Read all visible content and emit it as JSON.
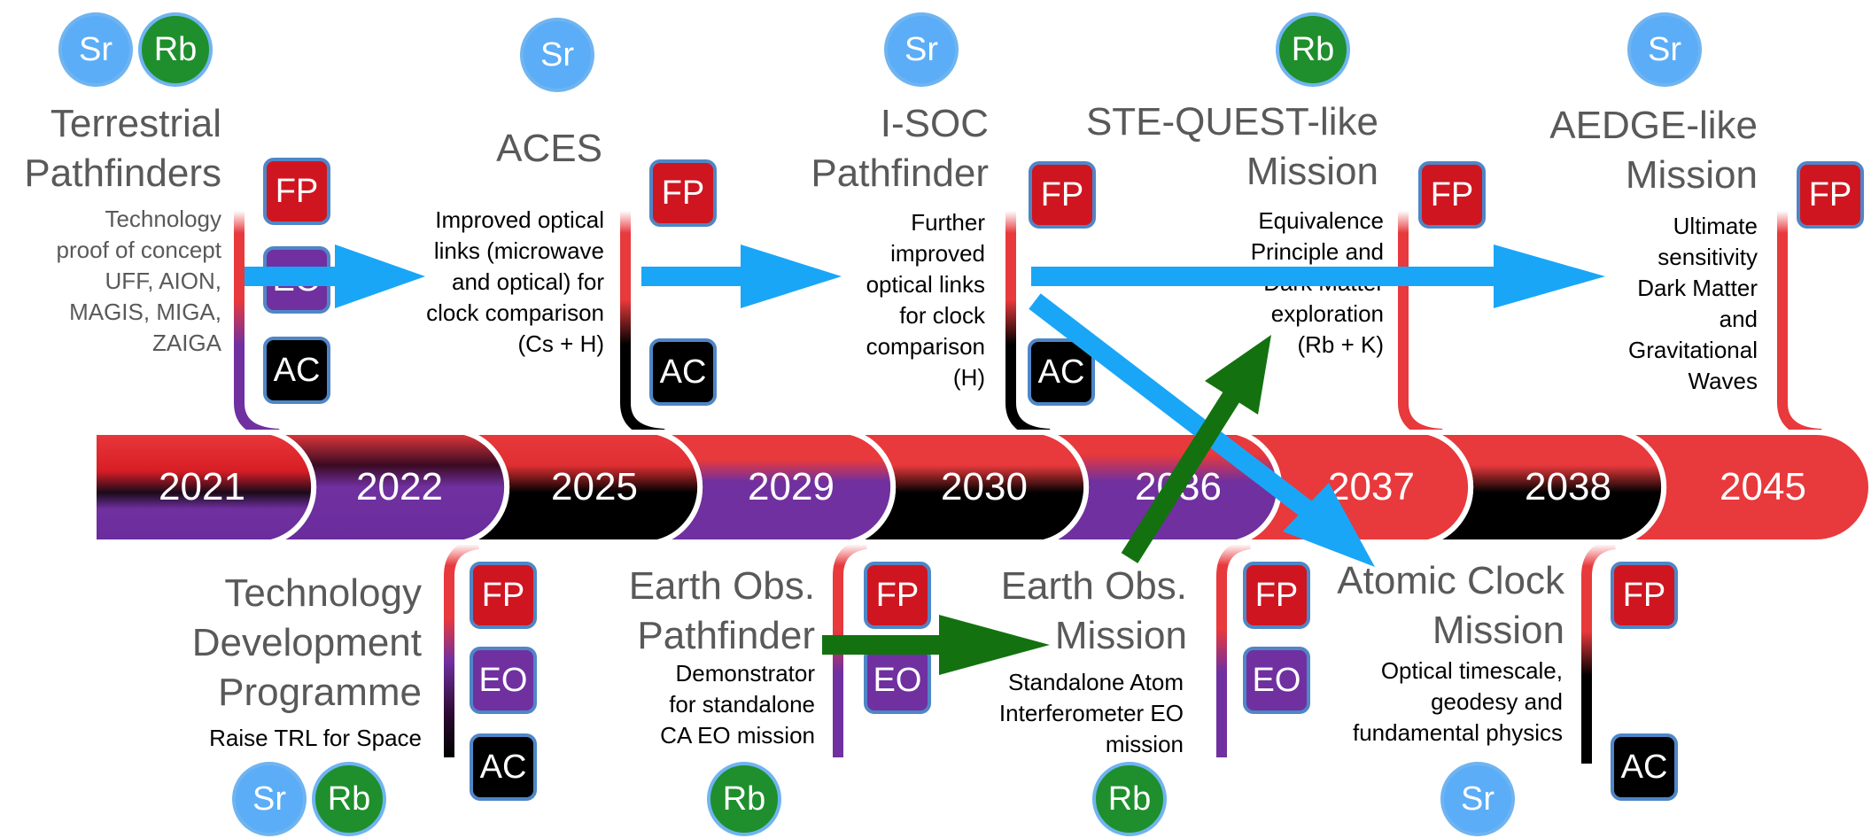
{
  "colors": {
    "fp": "#cf1520",
    "eo": "#7030a0",
    "ac": "#000000",
    "timeline_red": "#e8393c",
    "sr": "#5badf7",
    "rb": "#1e8f2c",
    "arrow_blue": "#1aa6f7",
    "arrow_green": "#13720f"
  },
  "years": [
    "2021",
    "2022",
    "2025",
    "2029",
    "2030",
    "2036",
    "2037",
    "2038",
    "2045"
  ],
  "badges": {
    "fp": "FP",
    "eo": "EO",
    "ac": "AC"
  },
  "elements": {
    "sr": "Sr",
    "rb": "Rb"
  },
  "top": [
    {
      "title_l1": "Terrestrial",
      "title_l2": "Pathfinders",
      "desc": [
        "Technology",
        "proof of concept",
        "UFF, AION,",
        "MAGIS, MIGA,",
        "ZAIGA"
      ]
    },
    {
      "title_l1": "ACES",
      "title_l2": "",
      "desc": [
        "Improved optical",
        "links (microwave",
        "and optical) for",
        "clock comparison",
        "(Cs + H)"
      ]
    },
    {
      "title_l1": "I-SOC",
      "title_l2": "Pathfinder",
      "desc": [
        "Further",
        "improved",
        "optical links",
        "for clock",
        "comparison",
        "(H)"
      ]
    },
    {
      "title_l1": "STE-QUEST-like",
      "title_l2": "Mission",
      "desc": [
        "Equivalence",
        "Principle and",
        "Dark Matter",
        "exploration",
        "(Rb + K)"
      ]
    },
    {
      "title_l1": "AEDGE-like",
      "title_l2": "Mission",
      "desc": [
        "Ultimate",
        "sensitivity",
        "Dark Matter",
        "and",
        "Gravitational",
        "Waves"
      ]
    }
  ],
  "bottom": [
    {
      "title": [
        "Technology",
        "Development",
        "Programme"
      ],
      "desc": [
        "Raise TRL for Space"
      ]
    },
    {
      "title": [
        "Earth Obs.",
        "Pathfinder"
      ],
      "desc": [
        "Demonstrator",
        "for standalone",
        "CA EO mission"
      ]
    },
    {
      "title": [
        "Earth Obs.",
        "Mission"
      ],
      "desc": [
        "Standalone Atom",
        "Interferometer EO",
        "mission"
      ]
    },
    {
      "title": [
        "Atomic Clock",
        "Mission"
      ],
      "desc": [
        "Optical timescale,",
        "geodesy and",
        "fundamental physics"
      ]
    }
  ]
}
